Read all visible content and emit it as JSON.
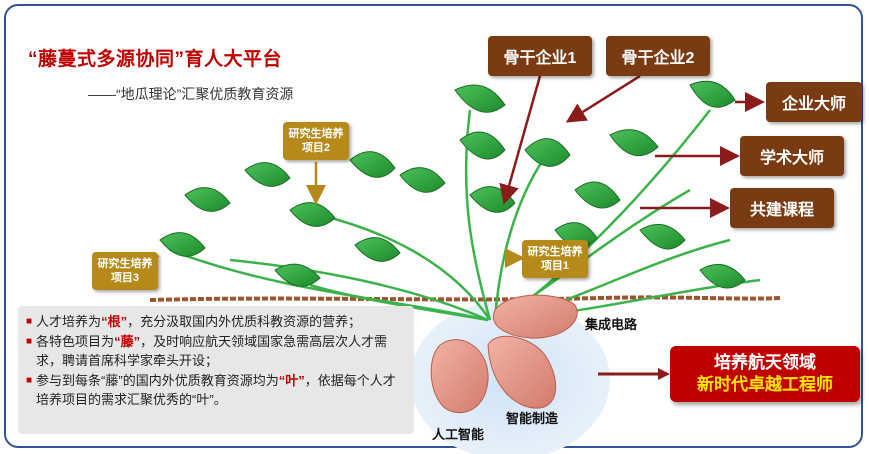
{
  "header": {
    "title": "“藤蔓式多源协同”育人大平台",
    "subtitle": "——“地瓜理论”汇聚优质教育资源"
  },
  "labels": {
    "enterprise1": "骨干企业1",
    "enterprise2": "骨干企业2",
    "industry_master": "企业大师",
    "academic_master": "学术大师",
    "joint_courses": "共建课程",
    "project1": "研究生培养项目1",
    "project2": "研究生培养项目2",
    "project3": "研究生培养项目3"
  },
  "tubers": {
    "ic": "集成电路",
    "manufacturing": "智能制造",
    "ai": "人工智能"
  },
  "goal": {
    "line1": "培养航天领域",
    "line2": "新时代卓越工程师"
  },
  "bullets": [
    {
      "pre": "人才培养为",
      "hl": "“根”",
      "post": "，充分汲取国内外优质科教资源的营养；"
    },
    {
      "pre": "各特色项目为",
      "hl": "“藤”",
      "post": "，及时响应航天领域国家急需高层次人才需求，聘请首席科学家牵头开设；"
    },
    {
      "pre": "参与到每条“藤”的国内外优质教育资源均为",
      "hl": "“叶”",
      "post": "，依据每个人才培养项目的需求汇聚优秀的“叶”。"
    }
  ],
  "colors": {
    "frame": "#2f5496",
    "title": "#c00000",
    "box_brown": "#7a3b12",
    "box_gold": "#b58a1a",
    "leaf": "#2aa33a",
    "tuber": "#e89a8a",
    "highlight": "#c00000",
    "goal_line2": "#ffe600"
  }
}
